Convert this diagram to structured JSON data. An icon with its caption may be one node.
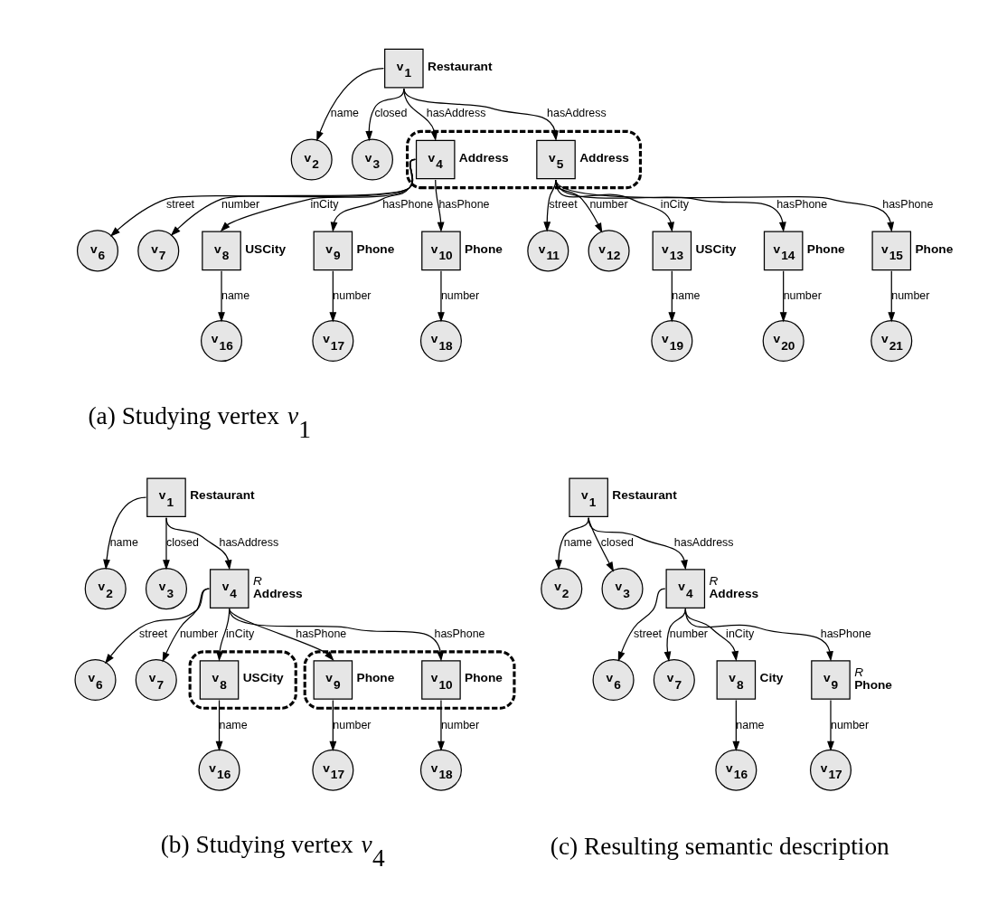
{
  "diagram": {
    "nodes": [
      {
        "text": [
          "v$_{1}$"
        ],
        "beside": [
          "Restaurant"
        ]
      },
      {
        "text": [
          "v$_{2}$"
        ]
      },
      {
        "text": [
          "v$_{3}$"
        ]
      },
      {
        "text": [],
        "shape": "box"
      },
      {
        "text": [
          "v$_{4}$"
        ],
        "beside": [
          "Address"
        ],
        "in": 3
      },
      {
        "text": [
          "v$_{5}$"
        ],
        "beside": [
          "Address"
        ],
        "in": 3
      },
      {
        "text": [
          "v$_{6}$"
        ]
      },
      {
        "text": [
          "v$_{7}$"
        ]
      },
      {
        "text": [
          "v$_{8}$"
        ],
        "beside": [
          "USCity"
        ]
      },
      {
        "text": [
          "v$_{9}$"
        ],
        "beside": [
          "Phone"
        ]
      },
      {
        "text": [
          "v$_{10}$"
        ],
        "beside": [
          "Phone"
        ]
      },
      {
        "text": [
          "v$_{11}$"
        ]
      },
      {
        "text": [
          "v$_{12}$"
        ]
      },
      {
        "text": [
          "v$_{13}$"
        ],
        "beside": [
          "USCity"
        ]
      },
      {
        "text": [
          "v$_{14}$"
        ],
        "beside": [
          "Phone"
        ]
      },
      {
        "text": [
          "v$_{15}$"
        ],
        "beside": [
          "Phone"
        ]
      },
      {
        "text": [
          "v$_{16}$"
        ]
      },
      {
        "text": [
          "v$_{17}$"
        ]
      },
      {
        "text": [
          "v$_{18}$"
        ]
      },
      {
        "text": [
          "v$_{19}$"
        ]
      },
      {
        "text": [
          "v$_{20}$"
        ]
      },
      {
        "text": [
          "v$_{21}$"
        ]
      },
      {
        "text": [
          "v$_{1}$"
        ],
        "beside": [
          "Restaurant"
        ]
      },
      {
        "text": [
          "v$_{2}$"
        ]
      },
      {
        "text": [
          "v$_{3}$"
        ]
      },
      {
        "text": [
          "v$_{4}$"
        ],
        "beside": [
          "R",
          "Address"
        ]
      },
      {
        "text": [
          "v$_{6}$"
        ]
      },
      {
        "text": [
          "v$_{7}$"
        ]
      },
      {
        "text": [],
        "shape": "box"
      },
      {
        "text": [
          "v$_{8}$"
        ],
        "beside": [
          "USCity"
        ],
        "in": 28
      },
      {
        "text": [],
        "shape": "box"
      },
      {
        "text": [
          "v$_{9}$"
        ],
        "beside": [
          "Phone"
        ],
        "in": 30
      },
      {
        "text": [
          "v$_{10}$"
        ],
        "beside": [
          "Phone"
        ],
        "in": 30
      },
      {
        "text": [
          "v$_{16}$"
        ]
      },
      {
        "text": [
          "v$_{17}$"
        ]
      },
      {
        "text": [
          "v$_{18}$"
        ]
      },
      {
        "text": [
          "v$_{1}$"
        ],
        "beside": [
          "Restaurant"
        ]
      },
      {
        "text": [
          "v$_{2}$"
        ]
      },
      {
        "text": [
          "v$_{3}$"
        ]
      },
      {
        "text": [
          "v$_{4}$"
        ],
        "beside": [
          "R",
          "Address"
        ]
      },
      {
        "text": [
          "v$_{6}$"
        ]
      },
      {
        "text": [
          "v$_{7}$"
        ]
      },
      {
        "text": [
          "v$_{8}$"
        ],
        "beside": [
          "City"
        ]
      },
      {
        "text": [
          "v$_{9}$"
        ],
        "beside": [
          "R",
          "Phone"
        ]
      },
      {
        "text": [
          "v$_{16}$"
        ]
      },
      {
        "text": [
          "v$_{17}$"
        ]
      }
    ],
    "edges": [
      {
        "from": 0,
        "to": 1,
        "arrow": "to",
        "label": "name"
      },
      {
        "from": 0,
        "to": 2,
        "arrow": "to",
        "label": "closed"
      },
      {
        "from": 0,
        "to": 4,
        "arrow": "to",
        "label": "hasAddress"
      },
      {
        "from": 0,
        "to": 5,
        "arrow": "to",
        "label": "hasAddress"
      },
      {
        "from": 4,
        "to": 6,
        "arrow": "to",
        "label": "street"
      },
      {
        "from": 4,
        "to": 7,
        "arrow": "to",
        "label": "number"
      },
      {
        "from": 4,
        "to": 8,
        "arrow": "to",
        "label": "inCity"
      },
      {
        "from": 4,
        "to": 9,
        "arrow": "to",
        "label": "hasPhone"
      },
      {
        "from": 4,
        "to": 10,
        "arrow": "to",
        "label": "hasPhone"
      },
      {
        "from": 5,
        "to": 11,
        "arrow": "to",
        "label": "street"
      },
      {
        "from": 5,
        "to": 12,
        "arrow": "to",
        "label": "number"
      },
      {
        "from": 5,
        "to": 13,
        "arrow": "to",
        "label": "inCity"
      },
      {
        "from": 5,
        "to": 14,
        "arrow": "to",
        "label": "hasPhone"
      },
      {
        "from": 5,
        "to": 15,
        "arrow": "to",
        "label": "hasPhone"
      },
      {
        "from": 8,
        "to": 16,
        "arrow": "to",
        "label": "name"
      },
      {
        "from": 9,
        "to": 17,
        "arrow": "to",
        "label": "number"
      },
      {
        "from": 10,
        "to": 18,
        "arrow": "to",
        "label": "number"
      },
      {
        "from": 13,
        "to": 19,
        "arrow": "to",
        "label": "name"
      },
      {
        "from": 14,
        "to": 20,
        "arrow": "to",
        "label": "number"
      },
      {
        "from": 15,
        "to": 21,
        "arrow": "to",
        "label": "number"
      },
      {
        "from": 22,
        "to": 23,
        "arrow": "to",
        "label": "name"
      },
      {
        "from": 22,
        "to": 24,
        "arrow": "to",
        "label": "closed"
      },
      {
        "from": 22,
        "to": 25,
        "arrow": "to",
        "label": "hasAddress"
      },
      {
        "from": 25,
        "to": 26,
        "arrow": "to",
        "label": "street"
      },
      {
        "from": 25,
        "to": 27,
        "arrow": "to",
        "label": "number"
      },
      {
        "from": 25,
        "to": 29,
        "arrow": "to",
        "label": "inCity"
      },
      {
        "from": 25,
        "to": 31,
        "arrow": "to",
        "label": "hasPhone"
      },
      {
        "from": 25,
        "to": 32,
        "arrow": "to",
        "label": "hasPhone"
      },
      {
        "from": 29,
        "to": 33,
        "arrow": "to",
        "label": "name"
      },
      {
        "from": 31,
        "to": 34,
        "arrow": "to",
        "label": "number"
      },
      {
        "from": 32,
        "to": 35,
        "arrow": "to",
        "label": "number"
      },
      {
        "from": 36,
        "to": 37,
        "arrow": "to",
        "label": "name"
      },
      {
        "from": 36,
        "to": 38,
        "arrow": "to",
        "label": "closed"
      },
      {
        "from": 36,
        "to": 39,
        "arrow": "to",
        "label": "hasAddress"
      },
      {
        "from": 39,
        "to": 40,
        "arrow": "to",
        "label": "street"
      },
      {
        "from": 39,
        "to": 41,
        "arrow": "to",
        "label": "number"
      },
      {
        "from": 39,
        "to": 42,
        "arrow": "to",
        "label": "inCity"
      },
      {
        "from": 39,
        "to": 43,
        "arrow": "to",
        "label": "hasPhone"
      },
      {
        "from": 42,
        "to": 44,
        "arrow": "to",
        "label": "name"
      },
      {
        "from": 43,
        "to": 45,
        "arrow": "to",
        "label": "number"
      }
    ],
    "labels": [
      "(a) Studying vertex *v*$_{1}$",
      "(b) Studying vertex *v*$_{4}$",
      "(c) Resulting semantic description"
    ]
  }
}
